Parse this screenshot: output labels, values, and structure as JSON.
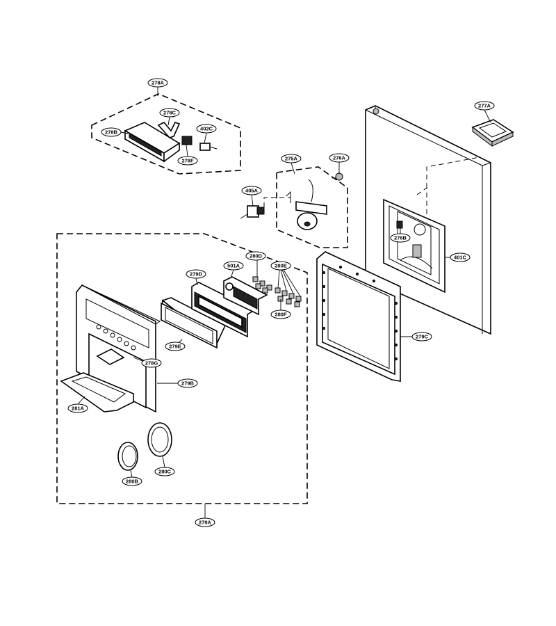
{
  "callouts": {
    "c278A": "278A",
    "c278C": "278C",
    "c278B": "278B",
    "c402C": "402C",
    "c278F": "278F",
    "c275A": "275A",
    "c276A": "276A",
    "c405A": "405A",
    "c277A": "277A",
    "c276B": "276B",
    "c401C": "401C",
    "c279D": "279D",
    "c501A": "501A",
    "c280D": "280D",
    "c280E": "280E",
    "c280F": "280F",
    "c279E": "279E",
    "c278G": "278G",
    "c279C": "279C",
    "c279B": "279B",
    "c281A": "281A",
    "c280B": "280B",
    "c280C": "280C",
    "c279A": "279A"
  }
}
